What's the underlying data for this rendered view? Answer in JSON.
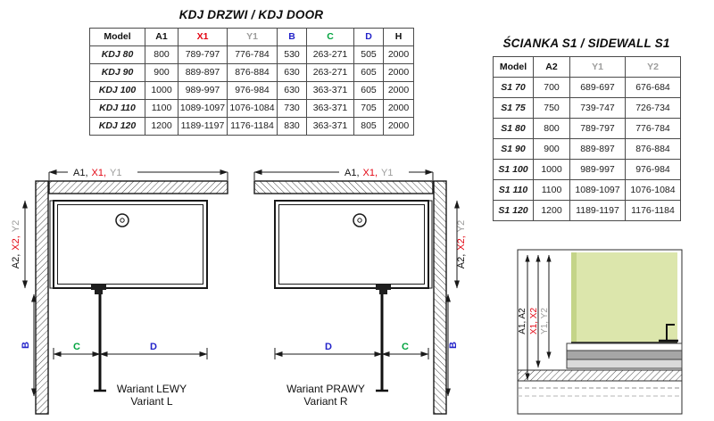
{
  "door_table": {
    "title": "KDJ DRZWI / KDJ DOOR",
    "headers": [
      "Model",
      "A1",
      "X1",
      "Y1",
      "B",
      "C",
      "D",
      "H"
    ],
    "header_colors": [
      "k",
      "k",
      "red",
      "gray",
      "blue",
      "green",
      "blue",
      "k"
    ],
    "rows": [
      [
        "KDJ 80",
        "800",
        "789-797",
        "776-784",
        "530",
        "263-271",
        "505",
        "2000"
      ],
      [
        "KDJ 90",
        "900",
        "889-897",
        "876-884",
        "630",
        "263-271",
        "605",
        "2000"
      ],
      [
        "KDJ 100",
        "1000",
        "989-997",
        "976-984",
        "630",
        "363-371",
        "605",
        "2000"
      ],
      [
        "KDJ 110",
        "1100",
        "1089-1097",
        "1076-1084",
        "730",
        "363-371",
        "705",
        "2000"
      ],
      [
        "KDJ 120",
        "1200",
        "1189-1197",
        "1176-1184",
        "830",
        "363-371",
        "805",
        "2000"
      ]
    ]
  },
  "sidewall_table": {
    "title": "ŚCIANKA S1 / SIDEWALL S1",
    "headers": [
      "Model",
      "A2",
      "Y1",
      "Y2"
    ],
    "header_colors": [
      "k",
      "k",
      "gray",
      "gray"
    ],
    "rows": [
      [
        "S1 70",
        "700",
        "689-697",
        "676-684"
      ],
      [
        "S1 75",
        "750",
        "739-747",
        "726-734"
      ],
      [
        "S1 80",
        "800",
        "789-797",
        "776-784"
      ],
      [
        "S1 90",
        "900",
        "889-897",
        "876-884"
      ],
      [
        "S1 100",
        "1000",
        "989-997",
        "976-984"
      ],
      [
        "S1 110",
        "1100",
        "1089-1097",
        "1076-1084"
      ],
      [
        "S1 120",
        "1200",
        "1189-1197",
        "1176-1184"
      ]
    ]
  },
  "dim_labels": {
    "a1": "A1,",
    "x1": "X1,",
    "y1": "Y1",
    "a2": "A2,",
    "x2": "X2,",
    "y2": "Y2",
    "b": "B",
    "c": "C",
    "d": "D"
  },
  "variants": {
    "left": {
      "pl": "Wariant LEWY",
      "en": "Variant L"
    },
    "right": {
      "pl": "Wariant PRAWY",
      "en": "Variant R"
    }
  },
  "section_labels": {
    "a": "A1, A2",
    "x": "X1, X2",
    "y": "Y1, Y2"
  },
  "colors": {
    "red": "#e30613",
    "blue": "#2323c9",
    "green": "#00a33e",
    "gray": "#9d9d9c",
    "line": "#1a1a1a",
    "glass_green": "#dce6ac"
  }
}
